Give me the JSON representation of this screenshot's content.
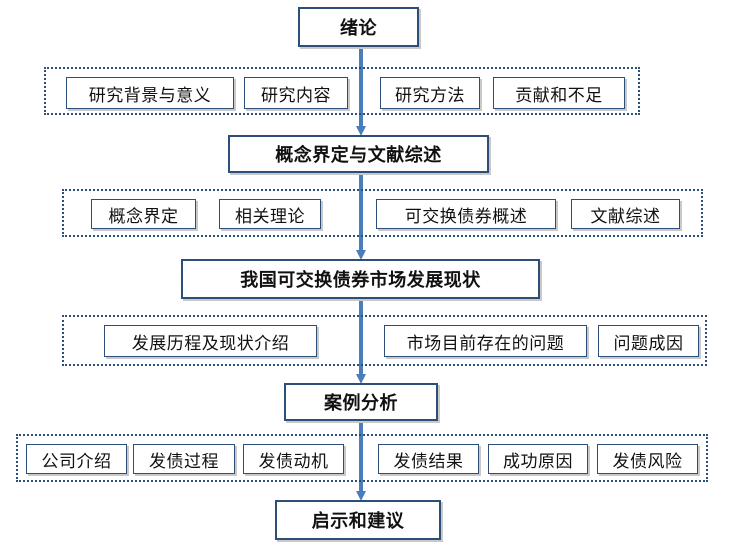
{
  "steps": [
    {
      "title": "绪论",
      "items": [
        "研究背景与意义",
        "研究内容",
        "研究方法",
        "贡献和不足"
      ]
    },
    {
      "title": "概念界定与文献综述",
      "items": [
        "概念界定",
        "相关理论",
        "可交换债券概述",
        "文献综述"
      ]
    },
    {
      "title": "我国可交换债券市场发展现状",
      "items": [
        "发展历程及现状介绍",
        "市场目前存在的问题",
        "问题成因"
      ]
    },
    {
      "title": "案例分析",
      "items": [
        "公司介绍",
        "发债过程",
        "发债动机",
        "发债结果",
        "成功原因",
        "发债风险"
      ]
    },
    {
      "title": "启示和建议",
      "items": []
    }
  ],
  "colors": {
    "border": "#2c4f7a",
    "arrow": "#4a7ebb",
    "shadow": "#c9c9c9"
  }
}
